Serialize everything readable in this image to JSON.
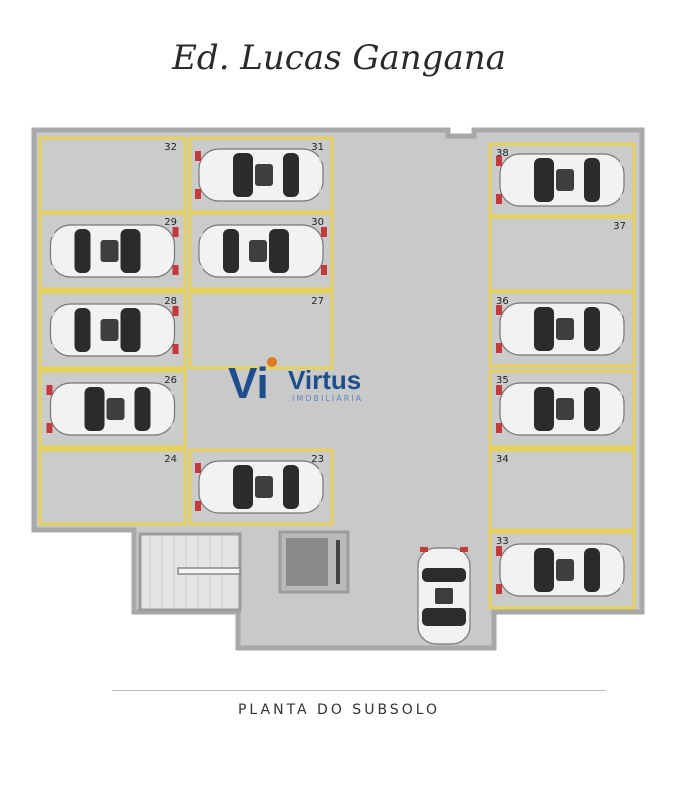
{
  "title": "Ed. Lucas Gangana",
  "subtitle": "PLANTA DO SUBSOLO",
  "logo": {
    "brand": "Virtus",
    "tagline": "IMOBILIÁRIA",
    "mark": "Vi"
  },
  "colors": {
    "floor": "#c9c9c9",
    "wall": "#a8a8a8",
    "stripe": "#e6d15a",
    "car": "#f2f2f2",
    "brand_blue": "#1f4e8c"
  },
  "spots": [
    {
      "number": "32",
      "car": false
    },
    {
      "number": "31",
      "car": true
    },
    {
      "number": "29",
      "car": true
    },
    {
      "number": "30",
      "car": true
    },
    {
      "number": "28",
      "car": true
    },
    {
      "number": "27",
      "car": false
    },
    {
      "number": "26",
      "car": true
    },
    {
      "number": "24",
      "car": false
    },
    {
      "number": "23",
      "car": true
    },
    {
      "number": "38",
      "car": true
    },
    {
      "number": "37",
      "car": false
    },
    {
      "number": "36",
      "car": true
    },
    {
      "number": "35",
      "car": true
    },
    {
      "number": "34",
      "car": false
    },
    {
      "number": "33",
      "car": true
    }
  ]
}
